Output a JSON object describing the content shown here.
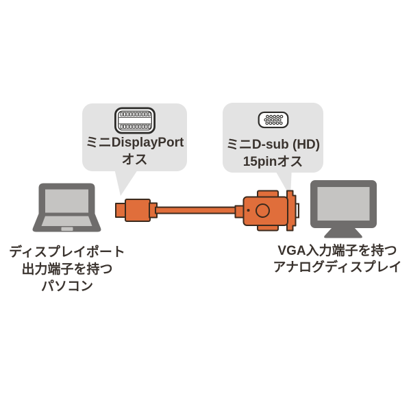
{
  "colors": {
    "background": "#ffffff",
    "bubble_gray": "#e3e3e3",
    "device_gray": "#6f6d6c",
    "screen_gray": "#c5c4c2",
    "cable_orange": "#e06e3b",
    "cable_outline": "#3b2a1d",
    "shell_gray": "#ececec",
    "icon_stroke": "#2e2d2b",
    "text_dark": "#3a332e"
  },
  "callouts": {
    "left": {
      "icon": "mini-displayport-connector-icon",
      "line1": "ミニDisplayPort",
      "line2": "オス"
    },
    "right": {
      "icon": "mini-dsub-hd15-connector-icon",
      "line1": "ミニD-sub (HD)",
      "line2": "15pinオス"
    }
  },
  "captions": {
    "laptop": {
      "line1": "ディスプレイポート",
      "line2": "出力端子を持つ",
      "line3": "パソコン"
    },
    "display": {
      "line1": "VGA入力端子を持つ",
      "line2": "アナログディスプレイ"
    }
  },
  "illustration": {
    "laptop": "laptop-with-displayport-output",
    "display": "analog-display-with-vga-input",
    "cable": "mini-displayport-to-vga-adapter-cable"
  }
}
